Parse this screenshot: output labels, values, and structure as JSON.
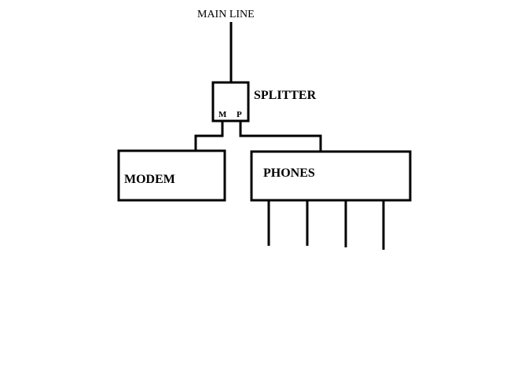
{
  "diagram": {
    "main_line_label": "MAIN LINE",
    "splitter_label": "SPLITTER",
    "splitter_port_modem": "M",
    "splitter_port_phone": "P",
    "modem_label": "MODEM",
    "phones_label": "PHONES",
    "phone_line_count": 4,
    "line_color": "#000000",
    "background_color": "#ffffff"
  }
}
